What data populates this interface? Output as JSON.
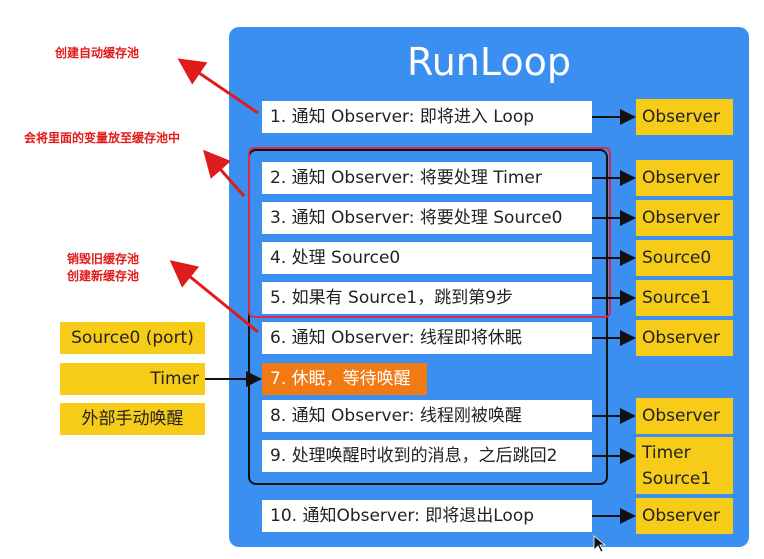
{
  "title": "RunLoop",
  "steps": [
    {
      "label": "1. 通知 Observer: 即将进入 Loop",
      "target": "Observer"
    },
    {
      "label": "2. 通知 Observer: 将要处理 Timer",
      "target": "Observer"
    },
    {
      "label": "3. 通知 Observer: 将要处理 Source0",
      "target": "Observer"
    },
    {
      "label": "4. 处理 Source0",
      "target": "Source0"
    },
    {
      "label": "5. 如果有 Source1，跳到第9步",
      "target": "Source1"
    },
    {
      "label": "6. 通知 Observer: 线程即将休眠",
      "target": "Observer"
    },
    {
      "label": "7. 休眠，等待唤醒"
    },
    {
      "label": "8. 通知 Observer: 线程刚被唤醒",
      "target": "Observer"
    },
    {
      "label": "9. 处理唤醒时收到的消息，之后跳回2",
      "target_lines": [
        "Timer",
        "Source1"
      ]
    },
    {
      "label": "10. 通知Observer: 即将退出Loop",
      "target": "Observer"
    }
  ],
  "wake_sources": [
    "Source0 (port)",
    "Timer",
    "外部手动唤醒"
  ],
  "annotations": {
    "create_pool": "创建自动缓存池",
    "add_to_pool": "会将里面的变量放至缓存池中",
    "destroy_old": "销毁旧缓存池",
    "create_new": "创建新缓存池"
  },
  "colors": {
    "panel": "#3a8ff0",
    "observer_box": "#f7cc18",
    "sleep_step": "#f27a14",
    "annotation": "#e01b1b",
    "highlight_frame": "#d92a4a"
  }
}
